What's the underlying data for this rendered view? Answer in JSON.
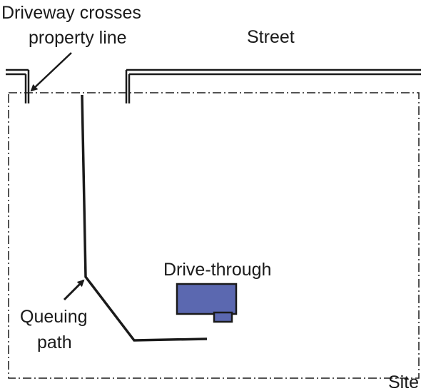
{
  "labels": {
    "driveway_line1": "Driveway crosses",
    "driveway_line2": "property line",
    "street": "Street",
    "drive_through": "Drive-through",
    "queuing_line1": "Queuing",
    "queuing_line2": "path",
    "site": "Site"
  },
  "colors": {
    "building_fill": "#5b68b0",
    "line": "#1a1a1a",
    "background": "#ffffff"
  }
}
